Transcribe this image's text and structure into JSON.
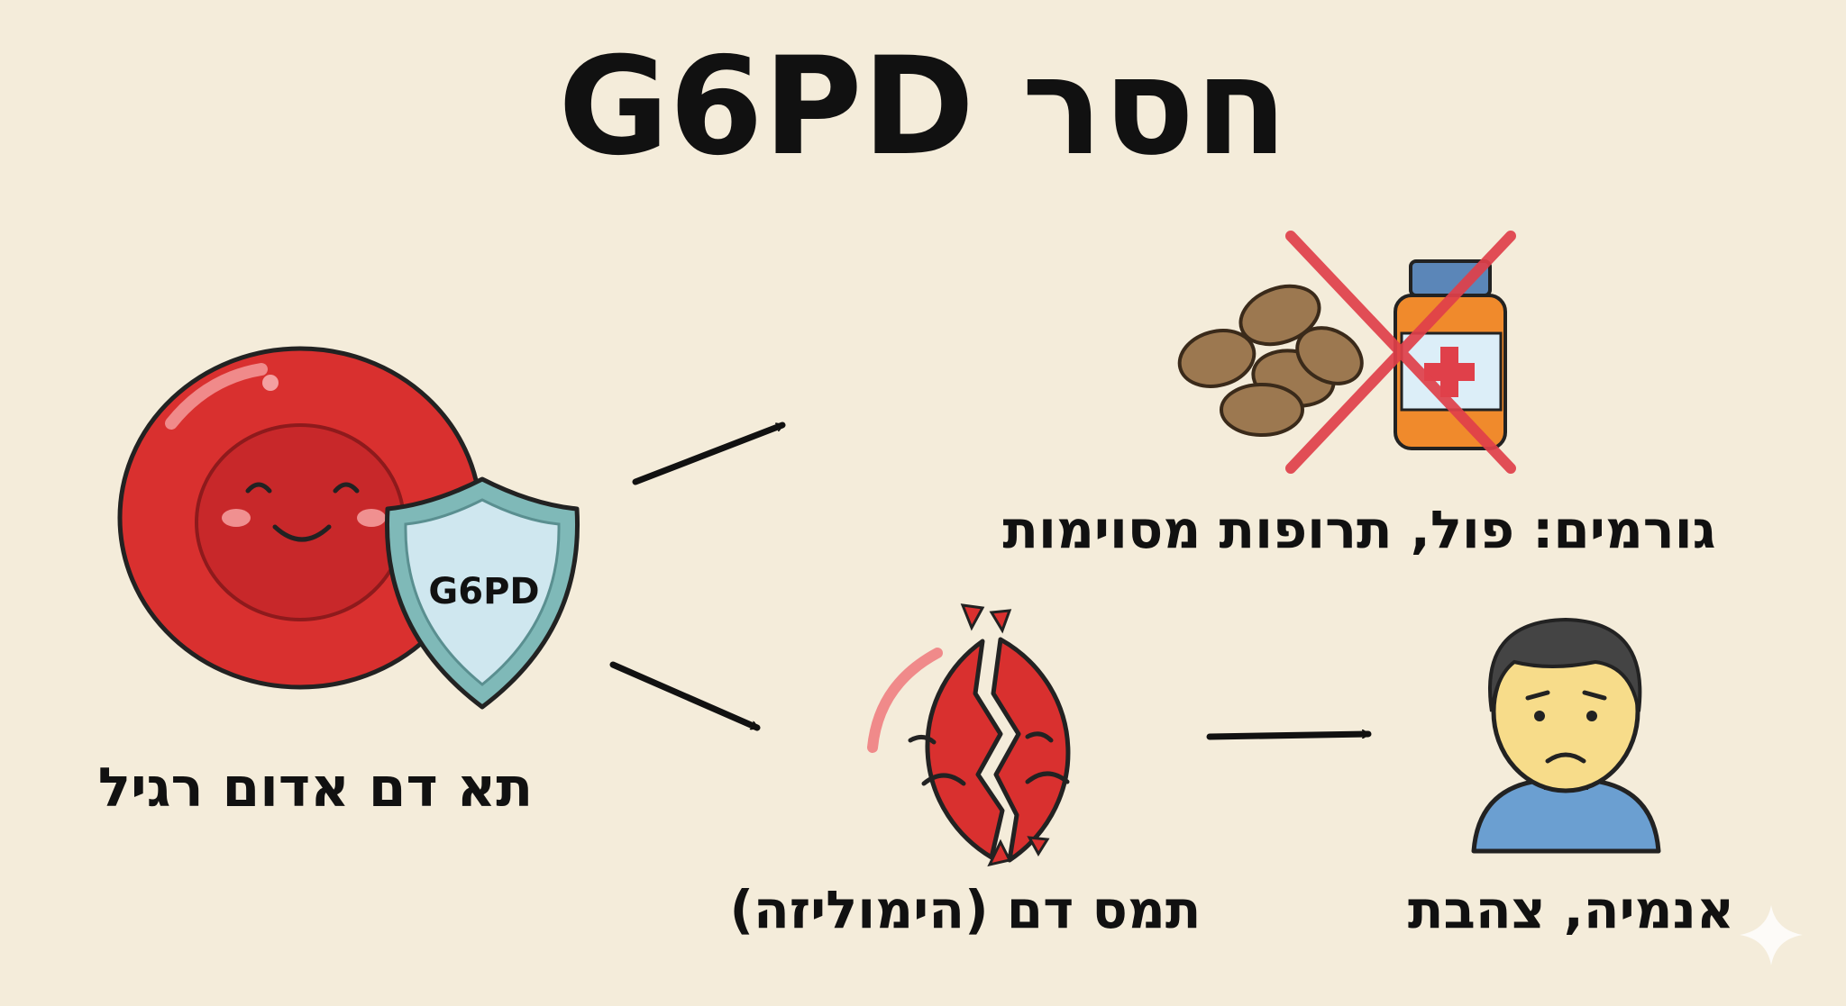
{
  "title": "חסר G6PD",
  "normal_cell": {
    "label": "תא דם אדום רגיל",
    "shield_text": "G6PD"
  },
  "triggers": {
    "label": "גורמים: פול, תרופות מסוימות"
  },
  "hemolysis": {
    "label": "תמס דם (הימוליזה)"
  },
  "outcome": {
    "label": "אנמיה, צהבת"
  },
  "colors": {
    "background": "#f4ecda",
    "cell_red": "#d9302f",
    "shield": "#7fb9b8",
    "cross": "#e0404a",
    "bottle": "#f08a2c",
    "shirt": "#6b9fd1"
  }
}
